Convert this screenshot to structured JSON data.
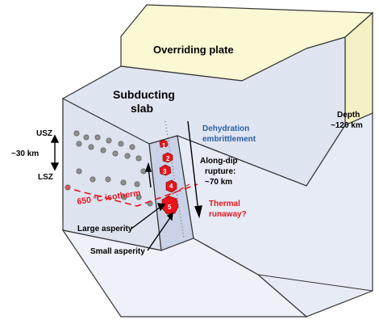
{
  "labels": {
    "overriding_plate": "Overriding plate",
    "subducting_line1": "Subducting",
    "subducting_line2": "slab",
    "depth_line1": "Depth",
    "depth_line2": "~120 km",
    "usz": "USZ",
    "lsz": "LSZ",
    "thickness": "~30 km",
    "isotherm": "650 °C isotherm",
    "dehydration_line1": "Dehydration",
    "dehydration_line2": "embrittlement",
    "along_dip_line1": "Along-dip",
    "along_dip_line2": "rupture:",
    "along_dip_line3": "~70 km",
    "thermal_line1": "Thermal",
    "thermal_line2": "runaway?",
    "large_asperity": "Large asperity",
    "small_asperity": "Small asperity"
  },
  "asperities": [
    "1",
    "2",
    "3",
    "4",
    "5"
  ],
  "colors": {
    "plate_top": "#fbf8d4",
    "plate_side": "#f4f1c4",
    "slab_face": "#dce3f0",
    "slab_side": "#e8edf6",
    "slab_inner": "#c9d2e6",
    "dots": "#8e8e8e",
    "asperity": "#e8141c",
    "blue_text": "#2c5fa8",
    "red_text": "#e8141c"
  }
}
